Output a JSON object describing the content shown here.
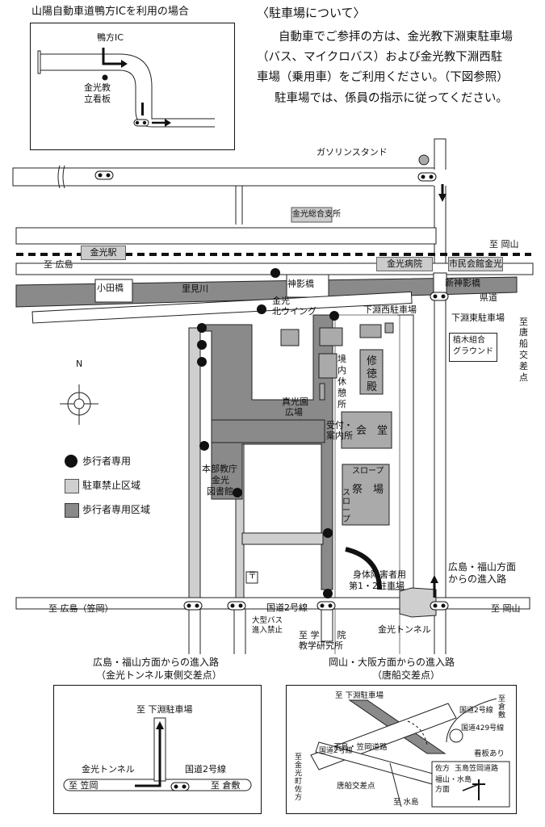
{
  "notice": {
    "title": "〈駐車場について〉",
    "line1": "自動車でご参拝の方は、金光教下淵東駐車場",
    "line2": "（バス、マイクロバス）および金光教下淵西駐",
    "line3": "車場（乗用車）をご利用ください。（下図参照）",
    "line4": "駐車場では、係員の指示に従ってください。"
  },
  "inset_highway": {
    "title": "山陽自動車道鴨方ICを利用の場合",
    "ic_label": "鴨方IC",
    "sign_label_1": "金光教",
    "sign_label_2": "立看板"
  },
  "main_map": {
    "gas_station": "ガソリンスタンド",
    "to_okayama_top": "至 岡山",
    "to_hiroshima_top": "至 広島",
    "konko_station": "金光駅",
    "branch_office": "金光総合支所",
    "hospital": "金光病院",
    "city_hall": "市民会館金光",
    "odabashi": "小田橋",
    "satomigawa": "里見川",
    "kamikagebashi": "神影橋",
    "shinkamikagebashi": "新神影橋",
    "prefectural_road": "県道",
    "north_wing_1": "金光",
    "north_wing_2": "北ウイング",
    "west_parking": "下淵西駐車場",
    "east_parking": "下淵東駐車場",
    "ground_1": "植木組合",
    "ground_2": "グラウンド",
    "funaura_1": "至",
    "funaura_2": "唐",
    "funaura_3": "船",
    "funaura_4": "交",
    "funaura_5": "差",
    "funaura_6": "点",
    "rest_area": "境内休憩所",
    "shutokuden": "修徳殿",
    "makoto_plaza_1": "真光園",
    "makoto_plaza_2": "広場",
    "reception_1": "受付・",
    "reception_2": "案内所",
    "kaido": "会　堂",
    "slope_1": "スロープ",
    "slope_2": "スロープ",
    "saijo": "祭　場",
    "honbu_1": "本部教庁",
    "honbu_2": "金光",
    "honbu_3": "図書館",
    "disabled_1": "身体障害者用",
    "disabled_2": "第1・2駐車場",
    "approach_1": "広島・福山方面",
    "approach_2": "からの進入路",
    "route2": "国道2号線",
    "to_hiroshima_kasaoka": "至 広島（笠岡）",
    "to_okayama_bottom": "至 岡山",
    "bus_ban_1": "大型バス",
    "bus_ban_2": "進入禁止",
    "gakuin_1": "至 学　　院",
    "gakuin_2": "教学研究所",
    "tunnel": "金光トンネル",
    "post_office": "〒",
    "compass_n": "N"
  },
  "legend": {
    "pedestrian": "歩行者専用",
    "no_parking": "駐車禁止区域",
    "pedestrian_zone": "歩行者専用区域"
  },
  "inset_east": {
    "title_1": "広島・福山方面からの進入路",
    "title_2": "（金光トンネル東側交差点）",
    "to_parking": "至 下淵駐車場",
    "tunnel": "金光トンネル",
    "route2": "国道2号線",
    "to_kasaoka": "至 笠岡",
    "to_kurashiki": "至 倉敷"
  },
  "inset_funaura": {
    "title_1": "岡山・大阪方面からの進入路",
    "title_2": "（唐船交差点）",
    "to_parking": "至 下淵駐車場",
    "route2_a": "国道2号線",
    "route2_b": "国道2号線",
    "route429": "国道429号線",
    "route_kasaoka": "玉島・笠岡道路",
    "to_kurashiki": "至倉敷",
    "signboard": "看板あり",
    "to_konko": "至金光町佐方",
    "funaura": "唐船交差点",
    "to_mizushima": "至 水島",
    "sign_1": "佐方",
    "sign_2": "玉島笠岡道路",
    "sign_3": "福山・水島",
    "sign_4": "方面"
  },
  "colors": {
    "road": "#ffffff",
    "road_edge": "#222222",
    "pedestrian_zone": "#8a8a8a",
    "no_parking": "#cfcfcf"
  }
}
